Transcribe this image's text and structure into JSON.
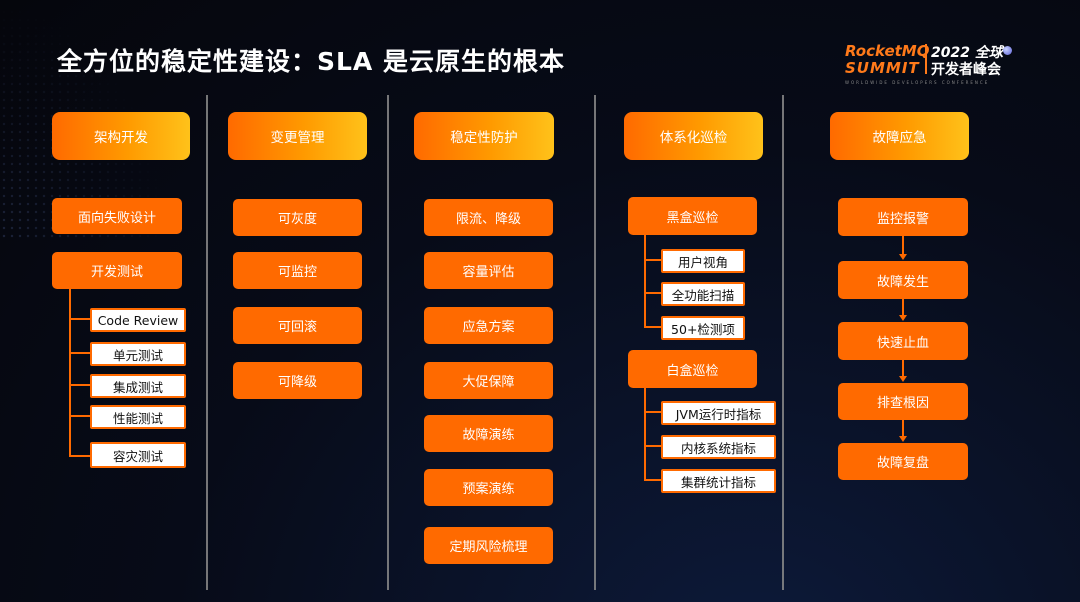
{
  "title": "全方位的稳定性建设：SLA 是云原生的根本",
  "logo": {
    "brand_line1": "RocketMQ",
    "brand_line2": "SUMMIT",
    "event_line1": "2022 全球",
    "event_line2": "开发者峰会",
    "tagline": "WORLDWIDE DEVELOPERS CONFERENCE"
  },
  "columns": {
    "c1": {
      "header": "架构开发",
      "items": [
        "面向失败设计",
        "开发测试"
      ],
      "sub_items": [
        "Code Review",
        "单元测试",
        "集成测试",
        "性能测试",
        "容灾测试"
      ]
    },
    "c2": {
      "header": "变更管理",
      "items": [
        "可灰度",
        "可监控",
        "可回滚",
        "可降级"
      ]
    },
    "c3": {
      "header": "稳定性防护",
      "items": [
        "限流、降级",
        "容量评估",
        "应急方案",
        "大促保障",
        "故障演练",
        "预案演练",
        "定期风险梳理"
      ]
    },
    "c4": {
      "header": "体系化巡检",
      "group1": {
        "label": "黑盒巡检",
        "items": [
          "用户视角",
          "全功能扫描",
          "50+检测项"
        ]
      },
      "group2": {
        "label": "白盒巡检",
        "items": [
          "JVM运行时指标",
          "内核系统指标",
          "集群统计指标"
        ]
      }
    },
    "c5": {
      "header": "故障应急",
      "items": [
        "监控报警",
        "故障发生",
        "快速止血",
        "排查根因",
        "故障复盘"
      ]
    }
  },
  "colors": {
    "accent": "#ff6a00",
    "accent_light": "#ffc21a",
    "background": "#070b18"
  }
}
